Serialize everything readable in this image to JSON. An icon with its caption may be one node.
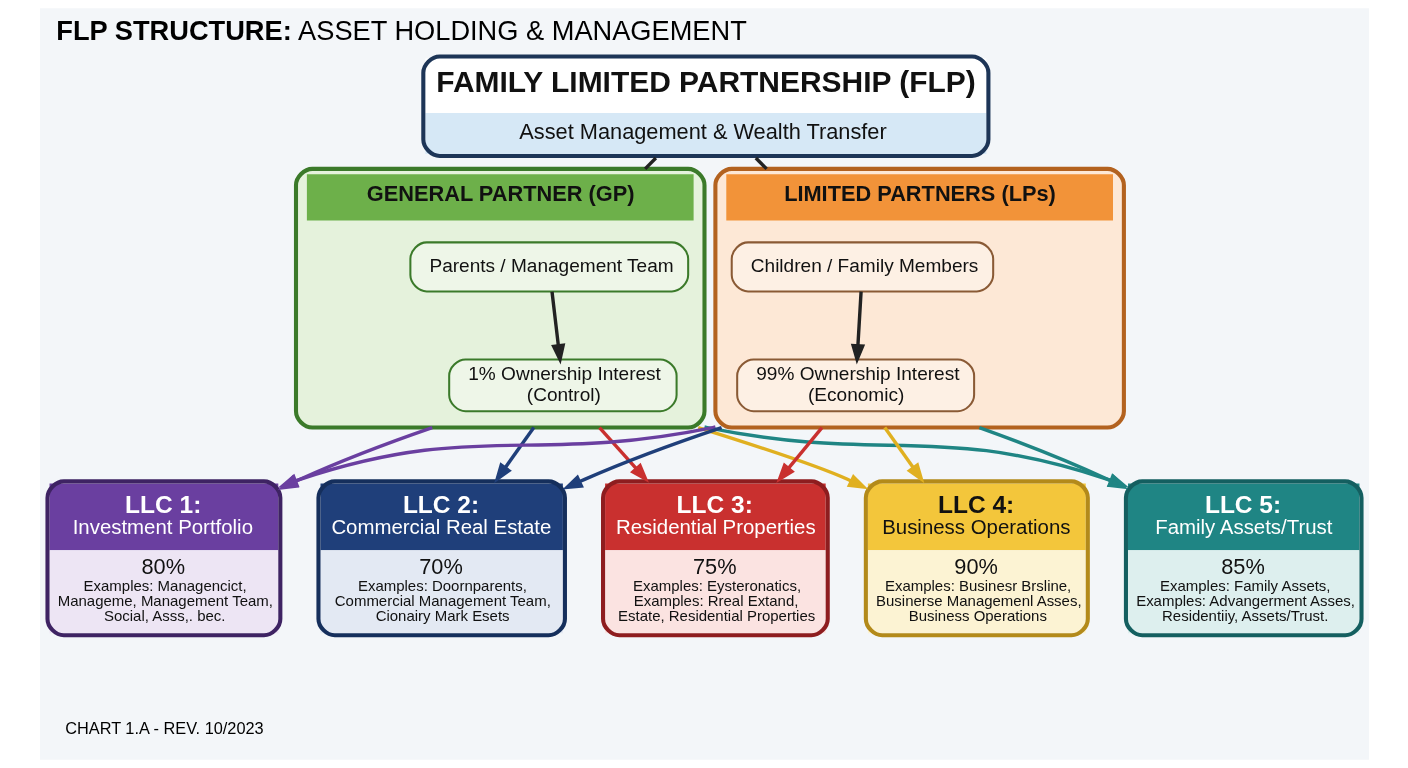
{
  "diagram": {
    "title": "**FLP STRUCTURE:** ASSET HOLDING & MANAGEMENT",
    "nodes": [
      {
        "text": [
          "FAMILY LIMITED PARTNERSHIP (FLP)",
          "Asset Management & Wealth Transfer"
        ]
      },
      {
        "text": [
          "GENERAL PARTNER (GP)"
        ]
      },
      {
        "text": [
          "Parents / Management Team"
        ],
        "in": 1
      },
      {
        "text": [
          "1% Ownership Interest (Control)"
        ],
        "in": 1
      },
      {
        "text": [
          "LIMITED PARTNERS (LPs)"
        ]
      },
      {
        "text": [
          "Children / Family Members"
        ],
        "in": 4
      },
      {
        "text": [
          "99% Ownership Interest (Economic)"
        ],
        "in": 4
      },
      {
        "text": [
          "LLC 1:",
          "Investment Portfolio",
          "80%",
          "Examples: Managencict, Manageme, Management Team, Social, Asss,. bec."
        ]
      },
      {
        "text": [
          "LLC 2:",
          "Commercial Real Estate",
          "70%",
          "Examples: Doornparents, Commercial Management Team, Cionairy Mark Esets"
        ]
      },
      {
        "text": [
          "LLC 3:",
          "Residential Properties",
          "75%",
          "Examples: Eysteronatics, Examples: Rreal Extand, Estate, Residential Properties"
        ]
      },
      {
        "text": [
          "LLC 4:",
          "Business Operations",
          "90%",
          "Examples: Businesr Brsline, Businerse Managemenl Asses, Business Operations"
        ]
      },
      {
        "text": [
          "LLC 5:",
          "Family Assets/Trust",
          "85%",
          "Examples: Family Assets, Examples: Advangerment Asses, Residentiiy, Assets/Trust."
        ]
      }
    ],
    "edges": [
      {
        "from": 0,
        "to": 1,
        "arrow": "none"
      },
      {
        "from": 0,
        "to": 4,
        "arrow": "none"
      },
      {
        "from": 2,
        "to": 3,
        "arrow": "to"
      },
      {
        "from": 5,
        "to": 6,
        "arrow": "to"
      },
      {
        "from": 1,
        "to": 7,
        "arrow": "to",
        "color": "#6a3fa0"
      },
      {
        "from": 1,
        "to": 8,
        "arrow": "to",
        "color": "#1f3f7a"
      },
      {
        "from": 1,
        "to": 9,
        "arrow": "to",
        "color": "#c9302f"
      },
      {
        "from": 1,
        "to": 10,
        "arrow": "to",
        "color": "#e0b020"
      },
      {
        "from": 1,
        "to": 11,
        "arrow": "to",
        "color": "#1f8584"
      },
      {
        "from": 4,
        "to": 7,
        "arrow": "to",
        "color": "#6a3fa0"
      },
      {
        "from": 4,
        "to": 8,
        "arrow": "to",
        "color": "#1f3f7a"
      },
      {
        "from": 4,
        "to": 9,
        "arrow": "to",
        "color": "#c9302f"
      },
      {
        "from": 4,
        "to": 10,
        "arrow": "to",
        "color": "#e0b020"
      },
      {
        "from": 4,
        "to": 11,
        "arrow": "to",
        "color": "#1f8584"
      }
    ],
    "labels": [
      "CHART 1.A - REV. 10/2023"
    ]
  }
}
